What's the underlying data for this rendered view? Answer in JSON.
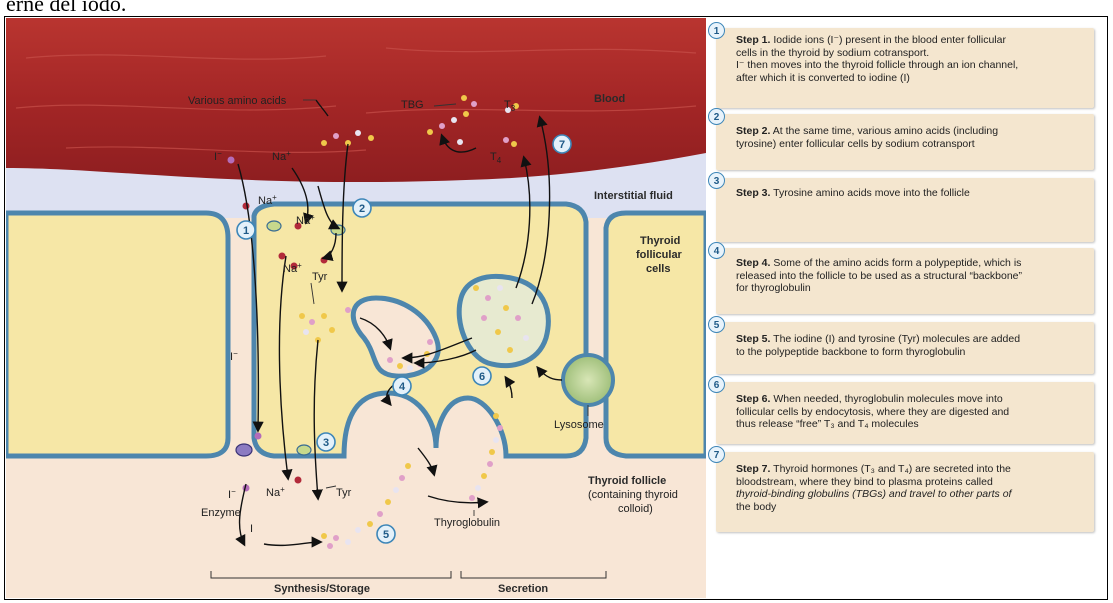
{
  "cutoff_text": "erne del iodo.",
  "labels": {
    "various_amino_acids": "Various amino acids",
    "blood": "Blood",
    "tbg": "TBG",
    "t3": "T",
    "t3_sub": "3",
    "t4": "T",
    "t4_sub": "4",
    "interstitial_fluid": "Interstitial fluid",
    "thyroid_follicular_cells_1": "Thyroid",
    "thyroid_follicular_cells_2": "follicular",
    "thyroid_follicular_cells_3": "cells",
    "iodide": "I",
    "iodide_charge": "−",
    "na": "Na",
    "na_charge": "+",
    "tyr": "Tyr",
    "enzyme": "Enzyme",
    "iodine": "I",
    "lysosome": "Lysosome",
    "thyroglobulin": "Thyroglobulin",
    "thyroid_follicle_1": "Thyroid follicle",
    "thyroid_follicle_2": "(containing thyroid",
    "thyroid_follicle_3": "colloid)",
    "synthesis_storage": "Synthesis/Storage",
    "secretion": "Secretion"
  },
  "markers": [
    "1",
    "2",
    "3",
    "4",
    "5",
    "6",
    "7"
  ],
  "steps": [
    {
      "num": "1",
      "title": "Step 1.",
      "lines": [
        "Iodide ions (I⁻) present in the blood enter follicular",
        "cells in the thyroid by sodium cotransport.",
        "I⁻ then moves into the thyroid follicle through an ion channel,",
        "after which it is converted to iodine (I)"
      ]
    },
    {
      "num": "2",
      "title": "Step 2.",
      "lines": [
        "At the same time, various amino acids (including",
        "tyrosine) enter follicular cells by sodium cotransport"
      ]
    },
    {
      "num": "3",
      "title": "Step 3.",
      "lines": [
        "Tyrosine amino acids move into the follicle"
      ]
    },
    {
      "num": "4",
      "title": "Step 4.",
      "lines": [
        "Some of the amino acids form a polypeptide, which is",
        "released into the follicle to be used as a structural “backbone”",
        "for thyroglobulin"
      ]
    },
    {
      "num": "5",
      "title": "Step 5.",
      "lines": [
        "The iodine (I) and tyrosine (Tyr) molecules are added",
        "to the polypeptide backbone to form thyroglobulin"
      ]
    },
    {
      "num": "6",
      "title": "Step 6.",
      "lines": [
        "When needed, thyroglobulin molecules move into",
        "follicular cells by endocytosis, where they are digested and",
        "thus release “free” T₃ and T₄ molecules"
      ]
    },
    {
      "num": "7",
      "title": "Step 7.",
      "lines": [
        "Thyroid hormones (T₃ and T₄) are secreted into the",
        "bloodstream, where they bind to plasma proteins called",
        "thyroid-binding globulins (TBGs) and travel to other parts of",
        "the body"
      ]
    }
  ],
  "colors": {
    "blood": "#a8282a",
    "interstitial": "#d8ddf0",
    "cell": "#f6e7a6",
    "membrane": "#4d86ad",
    "colloid": "#f7e2cf",
    "step_box": "#f4e6cf"
  }
}
